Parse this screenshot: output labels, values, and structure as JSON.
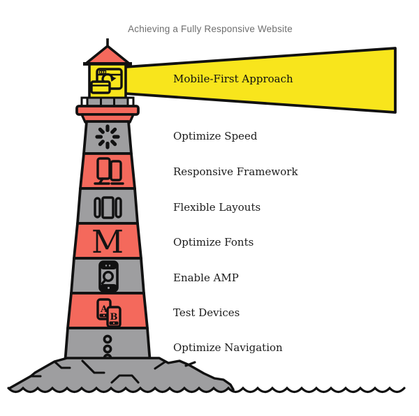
{
  "title": "Achieving a Fully Responsive Website",
  "beam": {
    "label": "Mobile-First Approach"
  },
  "steps": [
    {
      "label": "Optimize Speed",
      "icon": "spinner-icon"
    },
    {
      "label": "Responsive Framework",
      "icon": "responsive-devices-icon"
    },
    {
      "label": "Flexible Layouts",
      "icon": "columns-layout-icon"
    },
    {
      "label": "Optimize Fonts",
      "icon": "letter-m-icon"
    },
    {
      "label": "Enable AMP",
      "icon": "mobile-search-icon"
    },
    {
      "label": "Test Devices",
      "icon": "ab-test-phones-icon"
    },
    {
      "label": "Optimize Navigation",
      "icon": "vertical-dots-icon"
    }
  ],
  "icons": {
    "letter_m": "M",
    "test_a": "A",
    "test_b": "B"
  },
  "colors": {
    "red": "#F4695C",
    "gray": "#9E9EA0",
    "yellow": "#F8E51C",
    "outline": "#111111",
    "white": "#FFFFFF",
    "title_text": "#6E6E6E",
    "label_text": "#1B1B1B"
  }
}
